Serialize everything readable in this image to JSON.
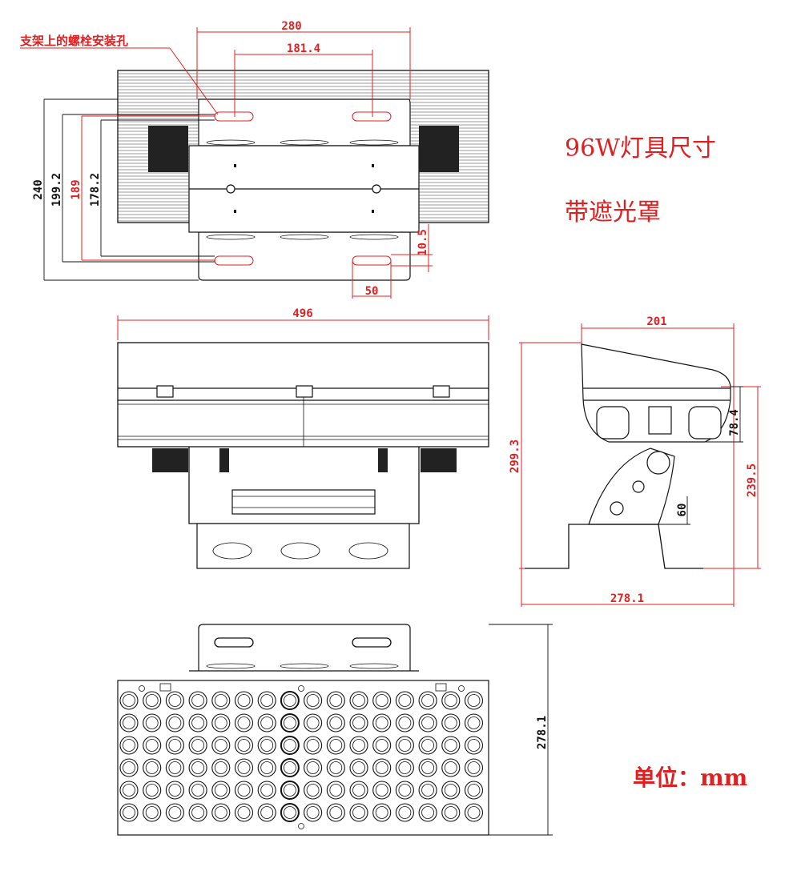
{
  "title": "96W灯具尺寸",
  "subtitle": "带遮光罩",
  "unit_label": "单位：mm",
  "bolt_note": "支架上的螺栓安装孔",
  "top_view": {
    "dims": [
      "280",
      "181.4",
      "240",
      "199.2",
      "189",
      "178.2",
      "10.5",
      "50"
    ]
  },
  "front_view": {
    "dims": [
      "496"
    ]
  },
  "side_view": {
    "dims": [
      "201",
      "299.3",
      "78.4",
      "239.5",
      "60",
      "278.1"
    ]
  },
  "bottom_view": {
    "dims": [
      "278.1"
    ],
    "led_rows": 6,
    "led_cols": 16
  }
}
